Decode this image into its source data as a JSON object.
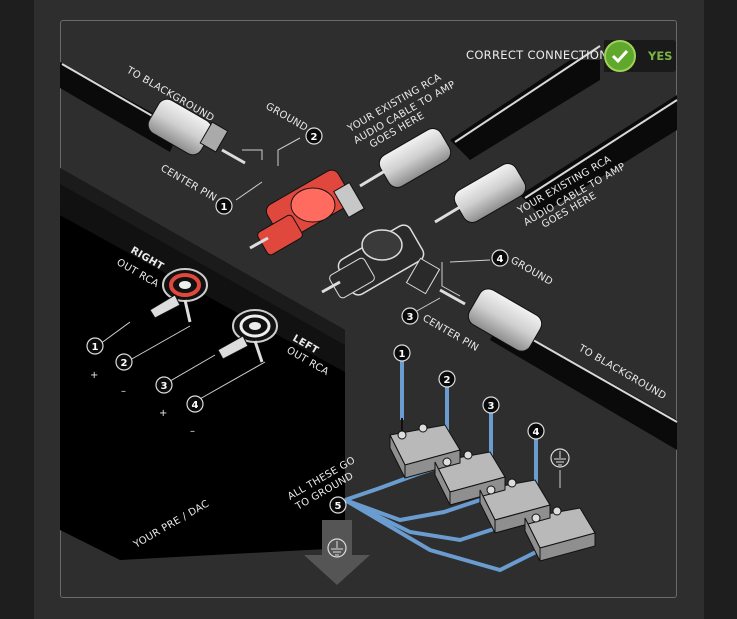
{
  "header": {
    "status_label": "CORRECT CONNECTION",
    "status_value": "YES",
    "status_color": "#5fa82b"
  },
  "labels": {
    "to_blackground_top": "TO BLACKGROUND",
    "ground_top": "GROUND",
    "center_pin_top": "CENTER PIN",
    "rca_top_line1": "YOUR EXISTING RCA",
    "rca_top_line2": "AUDIO CABLE TO AMP",
    "rca_top_line3": "GOES HERE",
    "rca_right_line1": "YOUR EXISTING RCA",
    "rca_right_line2": "AUDIO CABLE TO AMP",
    "rca_right_line3": "GOES HERE",
    "ground_right": "GROUND",
    "center_pin_right": "CENTER PIN",
    "to_blackground_right": "TO BLACKGROUND",
    "right_out_line1": "RIGHT",
    "right_out_line2": "OUT RCA",
    "left_out_line1": "LEFT",
    "left_out_line2": "OUT RCA",
    "device_label": "YOUR PRE / DAC",
    "all_ground_line1": "ALL THESE GO",
    "all_ground_line2": "TO GROUND",
    "plus_1": "+",
    "minus_1": "–",
    "plus_2": "+",
    "minus_2": "–"
  },
  "markers": [
    "1",
    "2",
    "3",
    "4",
    "5"
  ],
  "colors": {
    "accent_red": "#e0483e",
    "cable_blue": "#6a9ccf",
    "yes_green": "#7cb342"
  }
}
